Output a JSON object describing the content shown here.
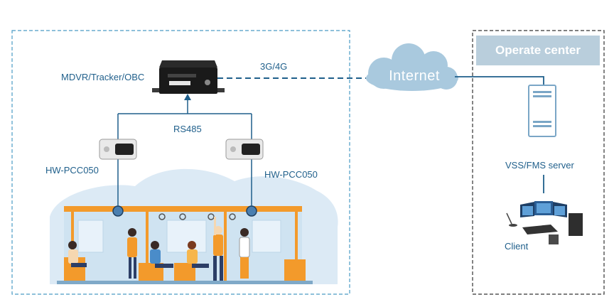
{
  "diagram": {
    "operate_center_title": "Operate center",
    "cloud_label": "Internet",
    "mdvr_label": "MDVR/Tracker/OBC",
    "link_label": "3G/4G",
    "bus_label": "RS485",
    "counter_left_label": "HW-PCC050",
    "counter_right_label": "HW-PCC050",
    "server_label": "VSS/FMS server",
    "client_label": "Client"
  },
  "colors": {
    "line": "#1f5f8b",
    "dashed_border": "#4a9bc4",
    "cloud": "#a9c9de",
    "orange": "#f39a2b",
    "panel": "#c9dff0",
    "title_bg": "#b9cedc"
  }
}
